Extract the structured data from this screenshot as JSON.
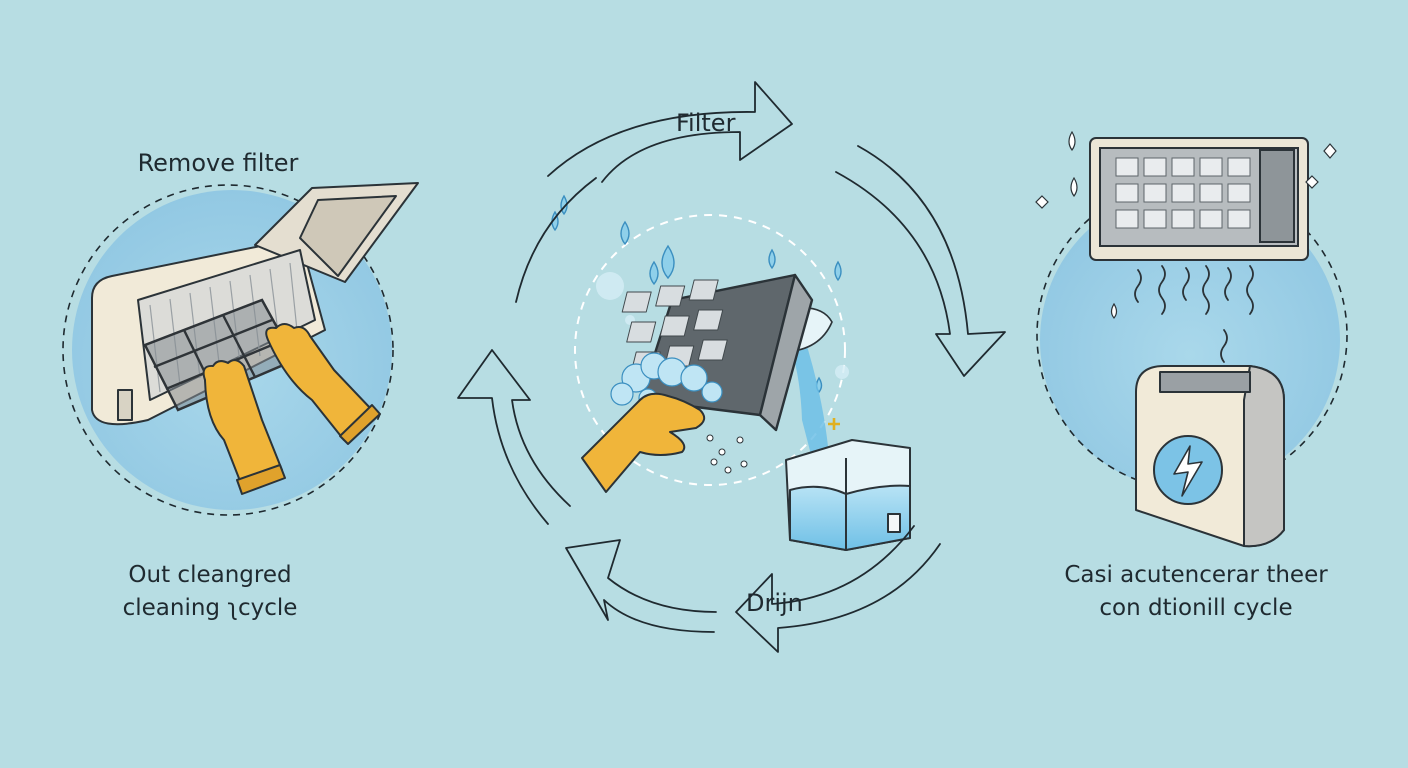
{
  "diagram": {
    "remove_label": "Remove filter",
    "filter_label": "Filter",
    "drying_label": "Drijn",
    "left_caption": [
      "Out cleangred",
      "cleaning ʅcycle"
    ],
    "right_caption": [
      "Casi acutencerar theer",
      "con dtionill cycle"
    ]
  },
  "colors": {
    "background": "#b7dde3",
    "glove": "#f0b53a",
    "unit_body": "#f1ead8",
    "water": "#8fd0ea",
    "badge": "#7cc3e6",
    "ink": "#1f2a30"
  },
  "icons": {
    "center_badge": "lightning-bolt-icon"
  }
}
